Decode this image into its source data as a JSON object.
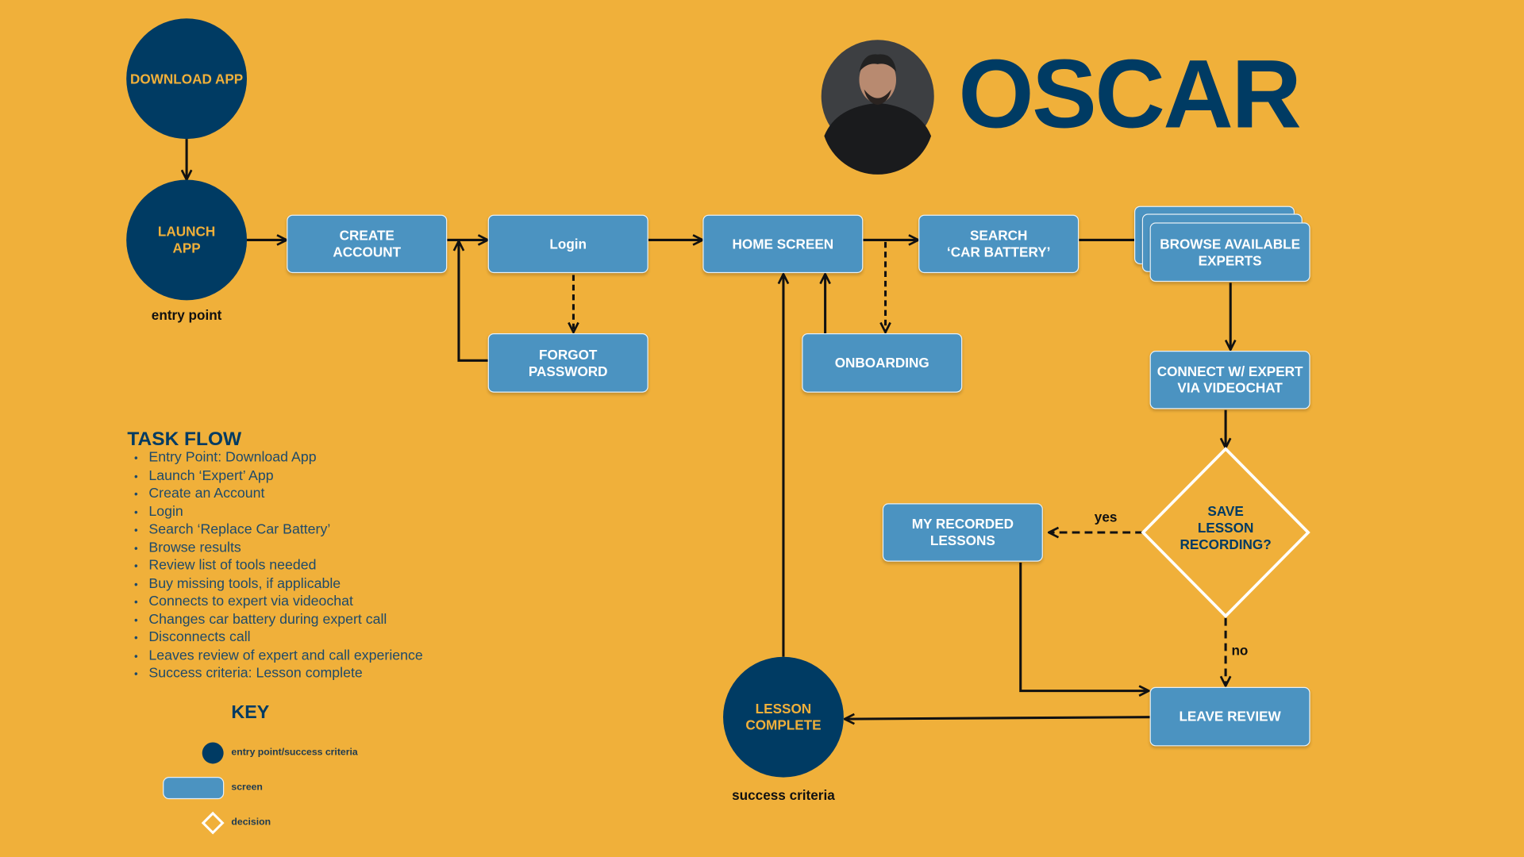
{
  "header": {
    "persona_name": "OSCAR",
    "avatar_icon": "person-photo"
  },
  "nodes": {
    "download_app": "DOWNLOAD APP",
    "launch_app": "LAUNCH\nAPP",
    "entry_point_caption": "entry point",
    "create_account": "CREATE\nACCOUNT",
    "login": "Login",
    "forgot_password": "FORGOT\nPASSWORD",
    "home_screen": "HOME SCREEN",
    "onboarding": "ONBOARDING",
    "search": "SEARCH\n‘CAR BATTERY’",
    "browse_experts": "BROWSE AVAILABLE\nEXPERTS",
    "connect_expert": "CONNECT W/ EXPERT\nVIA VIDEOCHAT",
    "save_decision": "SAVE\nLESSON\nRECORDING?",
    "my_recorded_lessons": "MY RECORDED\nLESSONS",
    "leave_review": "LEAVE REVIEW",
    "lesson_complete": "LESSON\nCOMPLETE",
    "success_caption": "success criteria",
    "yes_label": "yes",
    "no_label": "no"
  },
  "task_flow": {
    "title": "TASK FLOW",
    "items": [
      "Entry Point: Download App",
      "Launch ‘Expert’ App",
      "Create an Account",
      "Login",
      "Search ‘Replace Car Battery’",
      "Browse results",
      "Review list of tools needed",
      "Buy missing tools, if applicable",
      "Connects to expert via videochat",
      "Changes car battery during expert call",
      "Disconnects call",
      "Leaves review of expert and call experience",
      "Success criteria: Lesson complete"
    ]
  },
  "key": {
    "title": "KEY",
    "items": [
      "entry point/success criteria",
      "screen",
      "decision"
    ]
  },
  "colors": {
    "background": "#F0B03A",
    "navy": "#003B63",
    "screen": "#4B93C1"
  }
}
